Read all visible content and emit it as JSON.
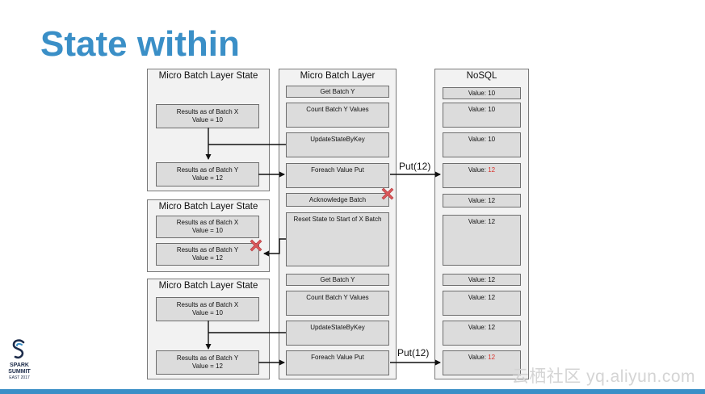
{
  "slide": {
    "title": "State within",
    "watermark": "云栖社区 yq.aliyun.com",
    "logo": {
      "line1": "SPARK",
      "line2": "SUMMIT",
      "line3": "EAST 2017"
    }
  },
  "panels": {
    "state_top": {
      "title": "Micro Batch Layer State",
      "box1": {
        "line1": "Results as of Batch X",
        "line2": "Value = 10"
      },
      "box2": {
        "line1": "Results as of Batch Y",
        "line2": "Value = 12"
      }
    },
    "state_mid": {
      "title": "Micro Batch Layer State",
      "box1": {
        "line1": "Results as of Batch X",
        "line2": "Value = 10"
      },
      "box2": {
        "line1": "Results as of Batch Y",
        "line2": "Value = 12"
      }
    },
    "state_bottom": {
      "title": "Micro Batch Layer State",
      "box1": {
        "line1": "Results as of Batch X",
        "line2": "Value = 10"
      },
      "box2": {
        "line1": "Results as of Batch Y",
        "line2": "Value = 12"
      }
    },
    "micro_batch": {
      "title": "Micro Batch Layer",
      "steps": [
        "Get  Batch Y",
        "Count Batch Y Values",
        "UpdateStateByKey",
        "Foreach Value Put",
        "Acknowledge Batch",
        "Reset State to Start of X Batch",
        "Get  Batch Y",
        "Count Batch Y Values",
        "UpdateStateByKey",
        "Foreach Value Put"
      ]
    },
    "nosql": {
      "title": "NoSQL",
      "value_prefix": "Value: ",
      "values": [
        "10",
        "10",
        "10",
        "12",
        "12",
        "12",
        "12",
        "12",
        "12",
        "12"
      ],
      "highlight_color": "#d9312a"
    }
  },
  "arrows": {
    "put_top": "Put(12)",
    "put_bottom": "Put(12)"
  },
  "colors": {
    "title": "#3a8fc7",
    "panel_bg": "#f2f2f2",
    "box_bg": "#dcdcdc",
    "error_mark": "#d9575a"
  }
}
